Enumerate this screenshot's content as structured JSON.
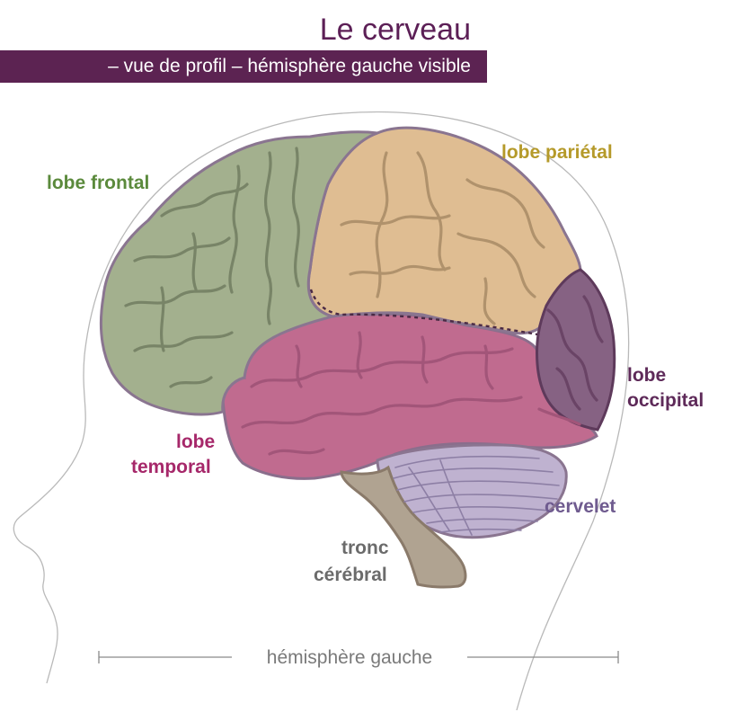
{
  "header": {
    "title": "Le cerveau",
    "subtitle": "– vue de profil – hémisphère gauche visible"
  },
  "labels": {
    "frontal": "lobe frontal",
    "parietal": "lobe pariétal",
    "occipital": [
      "lobe",
      "occipital"
    ],
    "temporal": [
      "lobe",
      "temporal"
    ],
    "cerebellum": "cervelet",
    "brainstem": [
      "tronc",
      "cérébral"
    ]
  },
  "footer": {
    "hemisphere": "hémisphère gauche"
  },
  "colors": {
    "title": "#5c1f56",
    "subtitle_bar": "#5c2352",
    "frontal": "#a3b08e",
    "frontal_label": "#5b8a3c",
    "parietal": "#dfbd92",
    "parietal_label": "#b59a2a",
    "temporal": "#c06b8f",
    "temporal_label": "#a6286a",
    "occipital": "#866283",
    "occipital_label": "#5e2a59",
    "cerebellum": "#bfb2d0",
    "cerebellum_label": "#6f5b8f",
    "brainstem": "#b0a391",
    "brainstem_label": "#6b6b6b",
    "outline": "#8a7590"
  }
}
